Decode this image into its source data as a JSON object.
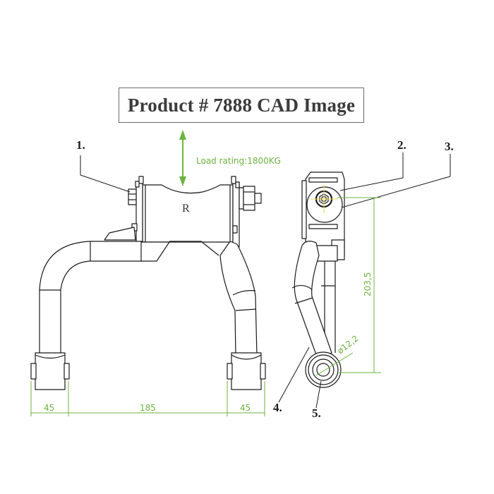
{
  "title": "Product # 7888 CAD Image",
  "load_rating": "Load rating:1800KG",
  "center_mark": "R",
  "callouts": [
    "1.",
    "2.",
    "3.",
    "4.",
    "5."
  ],
  "dimensions": {
    "left_bushing_width": "45",
    "span": "185",
    "right_bushing_width": "45",
    "height": "203,5",
    "diameter": "ø12,2"
  },
  "colors": {
    "dimension": "#6db33f",
    "line": "#1a1a1a",
    "centerline": "#e8d84a"
  }
}
